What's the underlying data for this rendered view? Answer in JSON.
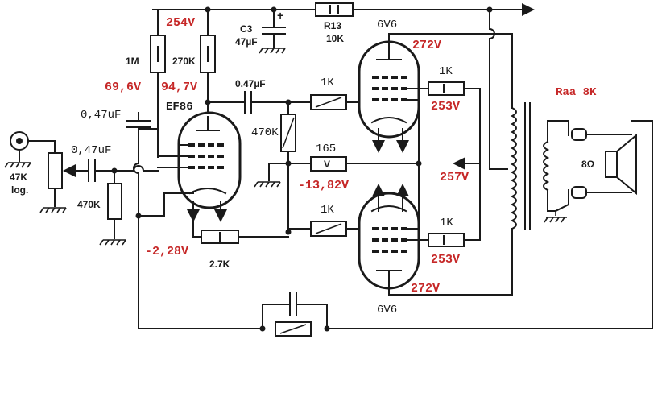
{
  "labels": {
    "tube_driver": "EF86",
    "tube_top": "6V6",
    "tube_bottom": "6V6",
    "r_1m": "1M",
    "r_270k": "270K",
    "c3_name": "C3",
    "c3_value": "47µF",
    "r13_name": "R13",
    "r13_value": "10K",
    "c_couple_top": "0.47µF",
    "c_couple_left": "0,47uF",
    "c_input": "0,47uF",
    "r_470k_bias": "470K",
    "r_470k_input": "470K",
    "pot": "47K",
    "pot_taper": "log.",
    "r_165": "165",
    "r_1k_grid_top": "1K",
    "r_1k_grid_bottom": "1K",
    "r_1k_screen_top": "1K",
    "r_1k_screen_bottom": "1K",
    "r_2_7k": "2.7K",
    "raa": "Raa 8K",
    "speaker": "8Ω"
  },
  "voltages": {
    "b_plus_driver": "254V",
    "ef86_plate": "94,7V",
    "ef86_screen": "69,6V",
    "ef86_cathode": "-2,28V",
    "top_plate": "272V",
    "top_screen": "253V",
    "bias_node": "-13,82V",
    "screen_supply": "257V",
    "bottom_screen": "253V",
    "bottom_plate": "272V"
  },
  "colors": {
    "wire": "#1a1a1a",
    "voltage": "#c62828",
    "background": "#ffffff"
  }
}
